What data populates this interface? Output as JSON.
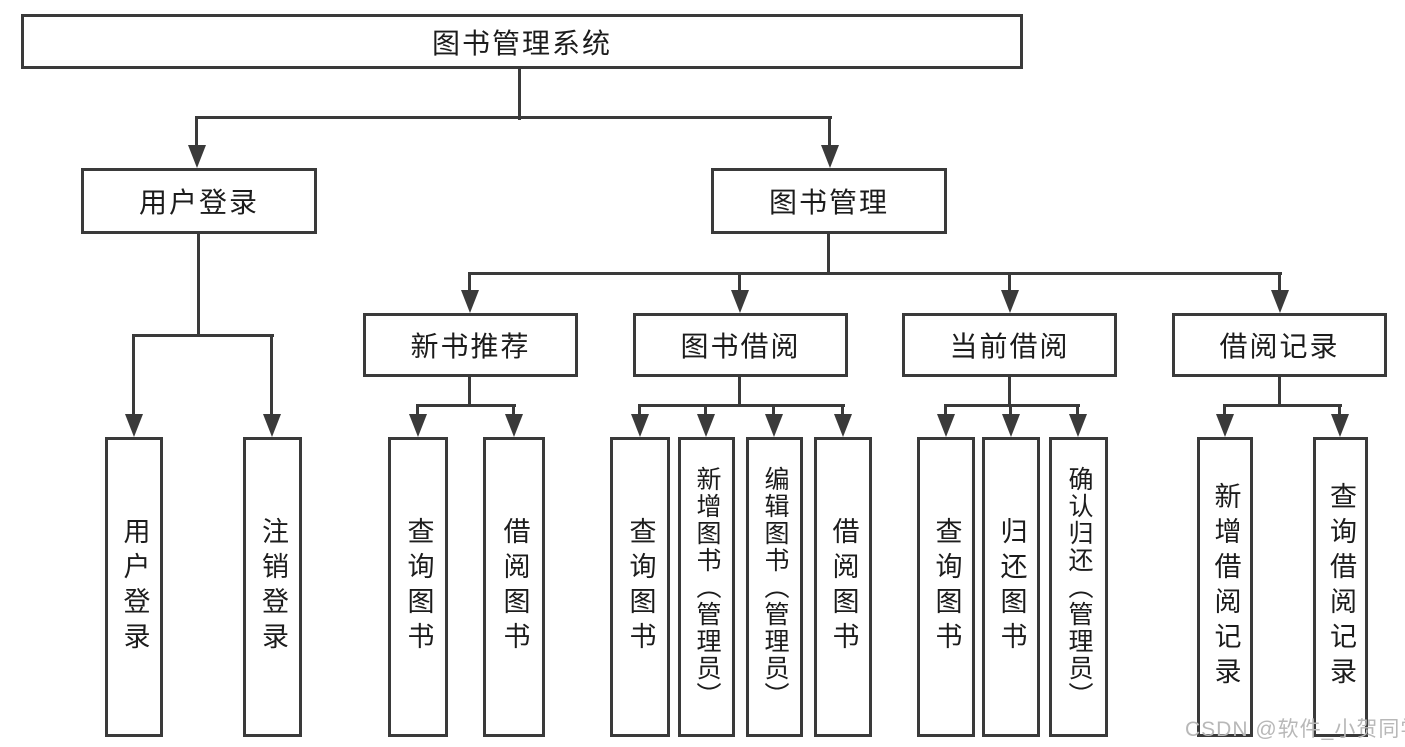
{
  "diagram_title": "图书管理系统",
  "nodes": {
    "root": {
      "label": "图书管理系统"
    },
    "userLogin": {
      "label": "用户登录"
    },
    "bookMgmt": {
      "label": "图书管理"
    },
    "newBook": {
      "label": "新书推荐"
    },
    "bookBorrow": {
      "label": "图书借阅"
    },
    "currentBorrow": {
      "label": "当前借阅"
    },
    "borrowRecord": {
      "label": "借阅记录"
    },
    "leafUserLogin": {
      "label": "用户登录"
    },
    "leafLogout": {
      "label": "注销登录"
    },
    "leafNbQuery": {
      "label": "查询图书"
    },
    "leafNbBorrow": {
      "label": "借阅图书"
    },
    "leafBbQuery": {
      "label": "查询图书"
    },
    "leafBbAdd": {
      "label": "新增图书（管理员）"
    },
    "leafBbEdit": {
      "label": "编辑图书（管理员）"
    },
    "leafBbBorrow": {
      "label": "借阅图书"
    },
    "leafCbQuery": {
      "label": "查询图书"
    },
    "leafCbReturn": {
      "label": "归还图书"
    },
    "leafCbConfirm": {
      "label": "确认归还（管理员）"
    },
    "leafBrAdd": {
      "label": "新增借阅记录"
    },
    "leafBrQuery": {
      "label": "查询借阅记录"
    }
  },
  "watermark": {
    "text": "CSDN @软件_小贺同学"
  },
  "colors": {
    "line": "#3a3a3a",
    "text": "#1c1c1c",
    "background": "#ffffff",
    "watermark": "#b8b8b8"
  }
}
